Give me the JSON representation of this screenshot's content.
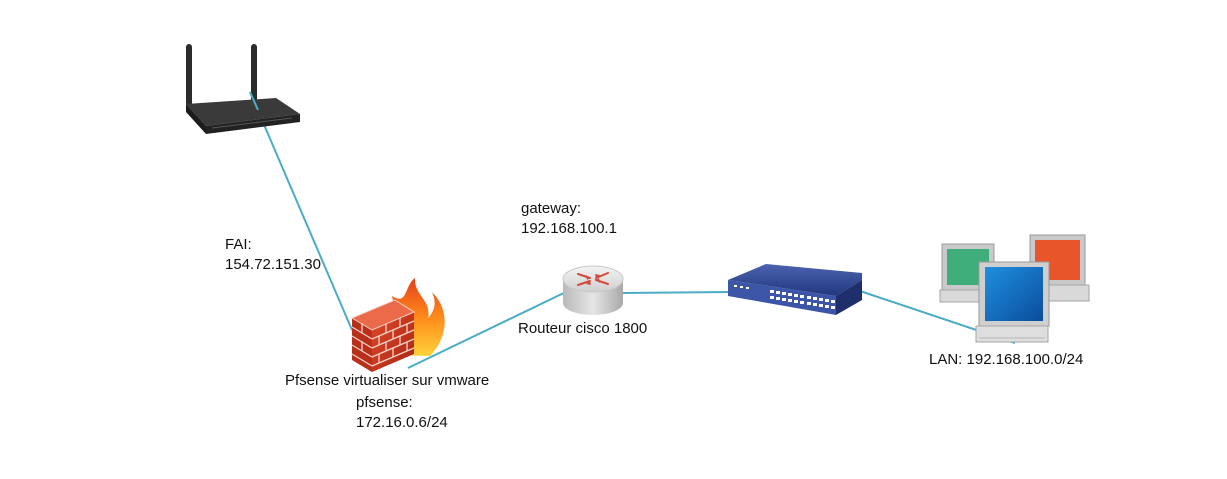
{
  "diagram": {
    "link_color": "#4bacc6",
    "nodes": [
      {
        "id": "modem",
        "icon": "wifi-router-icon"
      },
      {
        "id": "firewall",
        "icon": "firewall-icon",
        "label": "Pfsense virtualiser sur vmware"
      },
      {
        "id": "router",
        "icon": "router-icon",
        "label": "Routeur cisco 1800"
      },
      {
        "id": "switch",
        "icon": "switch-icon"
      },
      {
        "id": "lan",
        "icon": "workstations-icon",
        "label": "LAN:  192.168.100.0/24"
      }
    ],
    "annotations": {
      "fai": [
        "FAI:",
        "154.72.151.30"
      ],
      "gateway": [
        "gateway:",
        "192.168.100.1"
      ],
      "pfsense": [
        "pfsense:",
        "172.16.0.6/24"
      ]
    },
    "links": [
      {
        "from": "modem",
        "to": "firewall"
      },
      {
        "from": "firewall",
        "to": "router"
      },
      {
        "from": "router",
        "to": "switch"
      },
      {
        "from": "switch",
        "to": "lan"
      }
    ]
  }
}
